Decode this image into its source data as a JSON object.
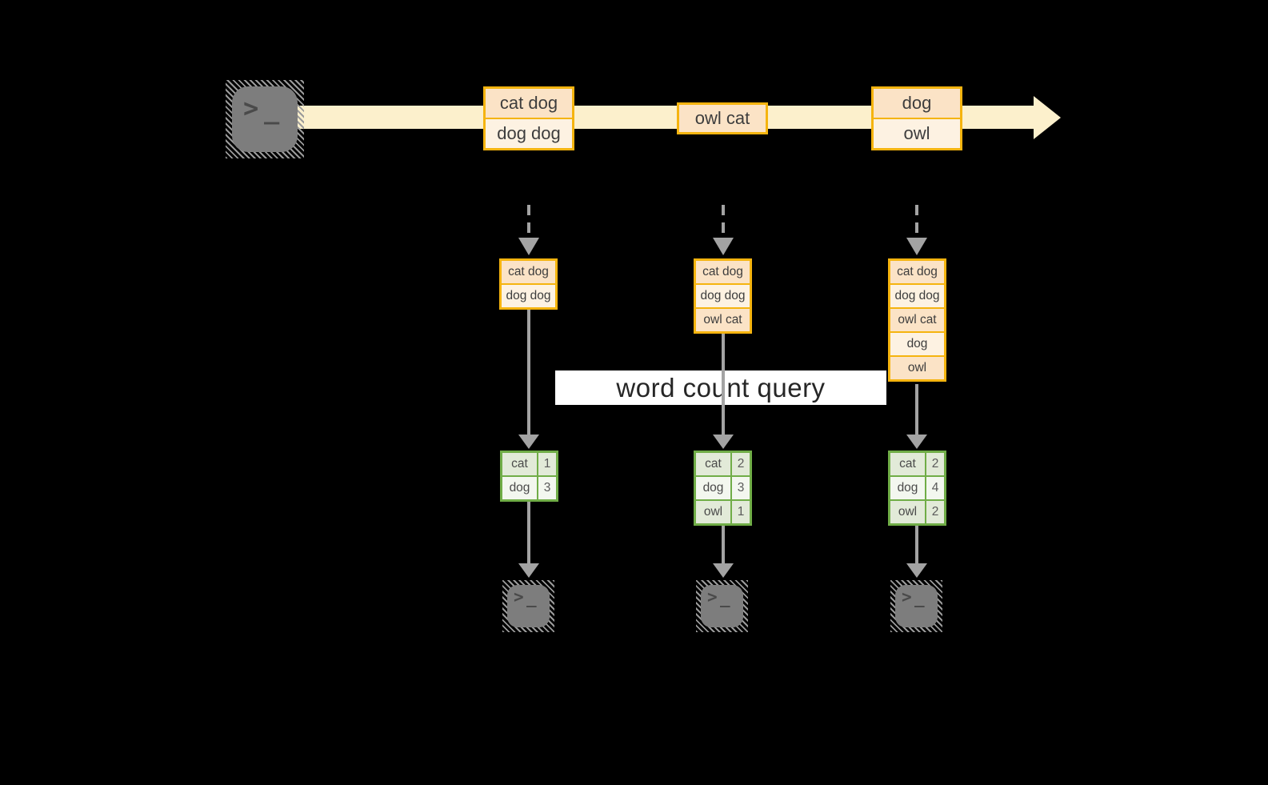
{
  "banner": {
    "label": "word count query"
  },
  "terminal": {
    "prompt_gt": ">",
    "prompt_underscore": "_"
  },
  "stream": {
    "batches": [
      {
        "cells": [
          "cat dog",
          "dog dog"
        ]
      },
      {
        "cells": [
          "owl cat"
        ]
      },
      {
        "cells": [
          "dog",
          "owl"
        ]
      }
    ]
  },
  "pipelines": [
    {
      "buffer": [
        "cat dog",
        "dog dog"
      ],
      "counts": [
        [
          "cat",
          "1"
        ],
        [
          "dog",
          "3"
        ]
      ]
    },
    {
      "buffer": [
        "cat dog",
        "dog dog",
        "owl cat"
      ],
      "counts": [
        [
          "cat",
          "2"
        ],
        [
          "dog",
          "3"
        ],
        [
          "owl",
          "1"
        ]
      ]
    },
    {
      "buffer": [
        "cat dog",
        "dog dog",
        "owl cat",
        "dog",
        "owl"
      ],
      "counts": [
        [
          "cat",
          "2"
        ],
        [
          "dog",
          "4"
        ],
        [
          "owl",
          "2"
        ]
      ]
    }
  ],
  "colors": {
    "background": "#000000",
    "stream_band": "#FCF0CC",
    "orange_border": "#F5B40F",
    "peach_fill": "#FBE3C6",
    "cream_fill": "#FDF2E2",
    "green_border": "#70AD47",
    "sage_fill": "#E2EAD8",
    "sage_light_fill": "#F3F7EF",
    "arrow_gray": "#A3A3A3",
    "terminal_gray": "#7D7D7D",
    "banner_bg": "#FFFFFF",
    "text": "#3F3F3F"
  }
}
